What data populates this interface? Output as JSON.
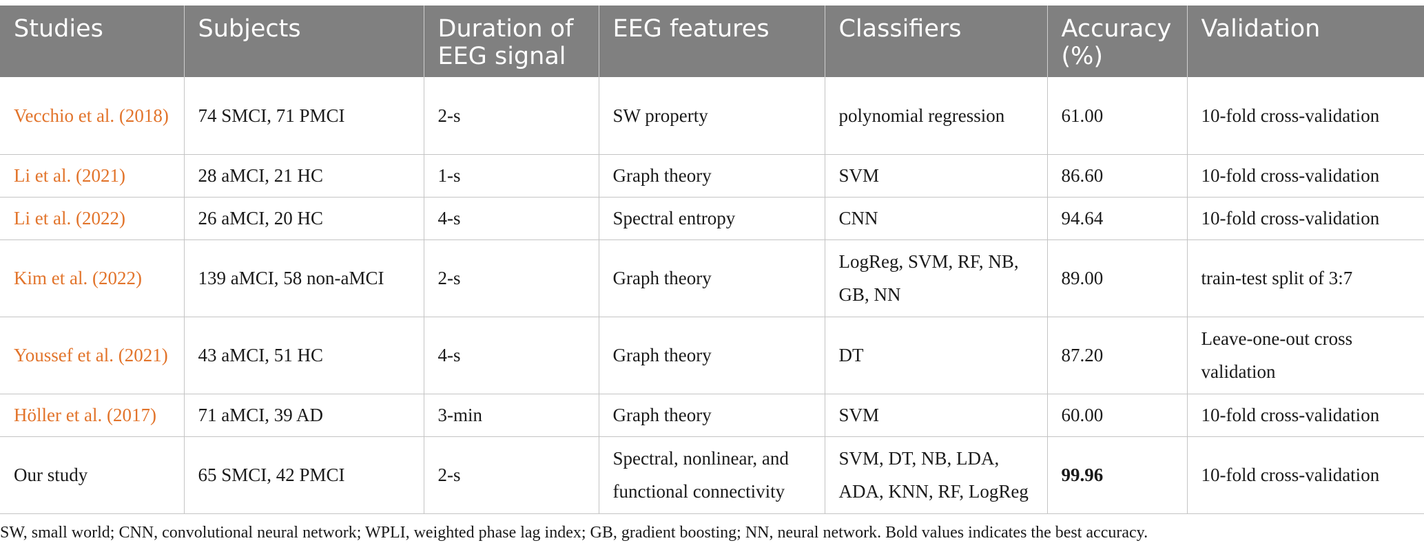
{
  "headers": [
    "Studies",
    "Subjects",
    "Duration of EEG signal",
    "EEG features",
    "Classifiers",
    "Accuracy (%)",
    "Validation"
  ],
  "rows": [
    {
      "study": "Vecchio et al. (2018)",
      "subjects": "74 SMCI, 71 PMCI",
      "duration": "2-s",
      "features": "SW property",
      "classifiers": "polynomial regression",
      "accuracy": "61.00",
      "validation": "10-fold cross-validation"
    },
    {
      "study": "Li et al. (2021)",
      "subjects": "28 aMCI, 21 HC",
      "duration": "1-s",
      "features": "Graph theory",
      "classifiers": "SVM",
      "accuracy": "86.60",
      "validation": "10-fold cross-validation"
    },
    {
      "study": "Li et al. (2022)",
      "subjects": "26 aMCI, 20 HC",
      "duration": "4-s",
      "features": "Spectral entropy",
      "classifiers": "CNN",
      "accuracy": "94.64",
      "validation": "10-fold cross-validation"
    },
    {
      "study": "Kim et al. (2022)",
      "subjects": "139 aMCI, 58 non-aMCI",
      "duration": "2-s",
      "features": "Graph theory",
      "classifiers": "LogReg, SVM, RF, NB, GB, NN",
      "accuracy": "89.00",
      "validation": "train-test split of 3:7"
    },
    {
      "study": "Youssef et al. (2021)",
      "subjects": "43 aMCI, 51 HC",
      "duration": "4-s",
      "features": "Graph theory",
      "classifiers": "DT",
      "accuracy": "87.20",
      "validation": "Leave-one-out cross validation"
    },
    {
      "study": "Höller et al. (2017)",
      "subjects": "71 aMCI, 39 AD",
      "duration": "3-min",
      "features": "Graph theory",
      "classifiers": "SVM",
      "accuracy": "60.00",
      "validation": "10-fold cross-validation"
    },
    {
      "study": "Our study",
      "subjects": "65 SMCI, 42 PMCI",
      "duration": "2-s",
      "features": "Spectral, nonlinear, and functional connectivity",
      "classifiers": "SVM, DT, NB, LDA, ADA, KNN, RF, LogReg",
      "accuracy": "99.96",
      "validation": "10-fold cross-validation"
    }
  ],
  "footnote": "SW, small world; CNN, convolutional neural network; WPLI, weighted phase lag index; GB, gradient boosting; NN, neural network. Bold values indicates the best accuracy.",
  "colors": {
    "header_bg": "#808080",
    "link": "#e2742b"
  }
}
